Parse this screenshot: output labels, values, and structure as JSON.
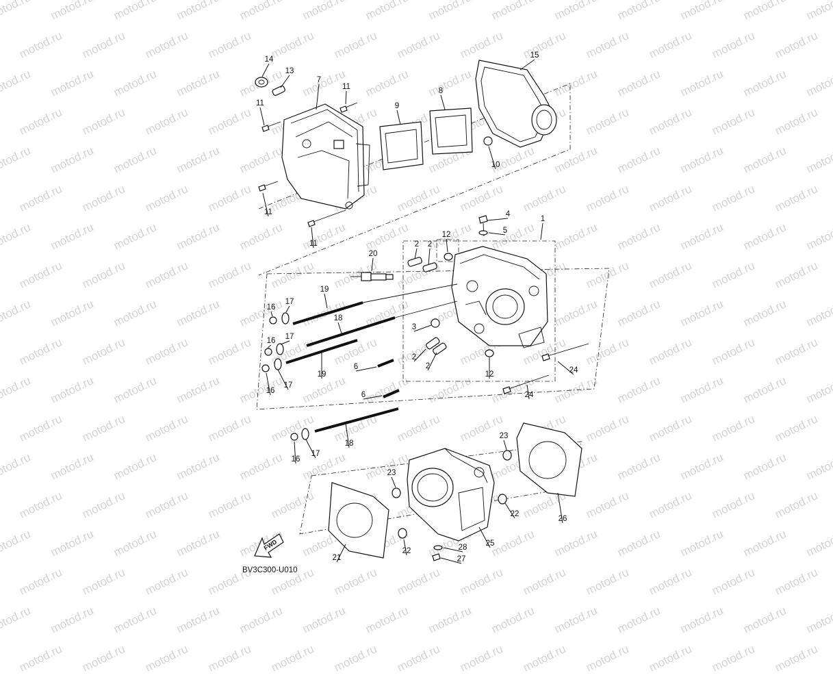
{
  "watermark": {
    "text": "motod.ru",
    "color": "#d4d4d4"
  },
  "diagram": {
    "code": "BV3C300-U010",
    "fwd_label": "FWD",
    "callouts": [
      {
        "id": "c1",
        "label": "1"
      },
      {
        "id": "c2a",
        "label": "2"
      },
      {
        "id": "c2b",
        "label": "2"
      },
      {
        "id": "c2c",
        "label": "2"
      },
      {
        "id": "c2d",
        "label": "2"
      },
      {
        "id": "c3",
        "label": "3"
      },
      {
        "id": "c4",
        "label": "4"
      },
      {
        "id": "c5",
        "label": "5"
      },
      {
        "id": "c6a",
        "label": "6"
      },
      {
        "id": "c6b",
        "label": "6"
      },
      {
        "id": "c7",
        "label": "7"
      },
      {
        "id": "c8",
        "label": "8"
      },
      {
        "id": "c9",
        "label": "9"
      },
      {
        "id": "c10",
        "label": "10"
      },
      {
        "id": "c11a",
        "label": "11"
      },
      {
        "id": "c11b",
        "label": "11"
      },
      {
        "id": "c11c",
        "label": "11"
      },
      {
        "id": "c11d",
        "label": "11"
      },
      {
        "id": "c12a",
        "label": "12"
      },
      {
        "id": "c12b",
        "label": "12"
      },
      {
        "id": "c13",
        "label": "13"
      },
      {
        "id": "c14",
        "label": "14"
      },
      {
        "id": "c15",
        "label": "15"
      },
      {
        "id": "c16a",
        "label": "16"
      },
      {
        "id": "c16b",
        "label": "16"
      },
      {
        "id": "c16c",
        "label": "16"
      },
      {
        "id": "c16d",
        "label": "16"
      },
      {
        "id": "c17a",
        "label": "17"
      },
      {
        "id": "c17b",
        "label": "17"
      },
      {
        "id": "c17c",
        "label": "17"
      },
      {
        "id": "c17d",
        "label": "17"
      },
      {
        "id": "c18a",
        "label": "18"
      },
      {
        "id": "c18b",
        "label": "18"
      },
      {
        "id": "c19a",
        "label": "19"
      },
      {
        "id": "c19b",
        "label": "19"
      },
      {
        "id": "c20",
        "label": "20"
      },
      {
        "id": "c21",
        "label": "21"
      },
      {
        "id": "c22a",
        "label": "22"
      },
      {
        "id": "c22b",
        "label": "22"
      },
      {
        "id": "c23a",
        "label": "23"
      },
      {
        "id": "c23b",
        "label": "23"
      },
      {
        "id": "c24a",
        "label": "24"
      },
      {
        "id": "c24b",
        "label": "24"
      },
      {
        "id": "c25",
        "label": "25"
      },
      {
        "id": "c26",
        "label": "26"
      },
      {
        "id": "c27",
        "label": "27"
      },
      {
        "id": "c28",
        "label": "28"
      }
    ]
  }
}
